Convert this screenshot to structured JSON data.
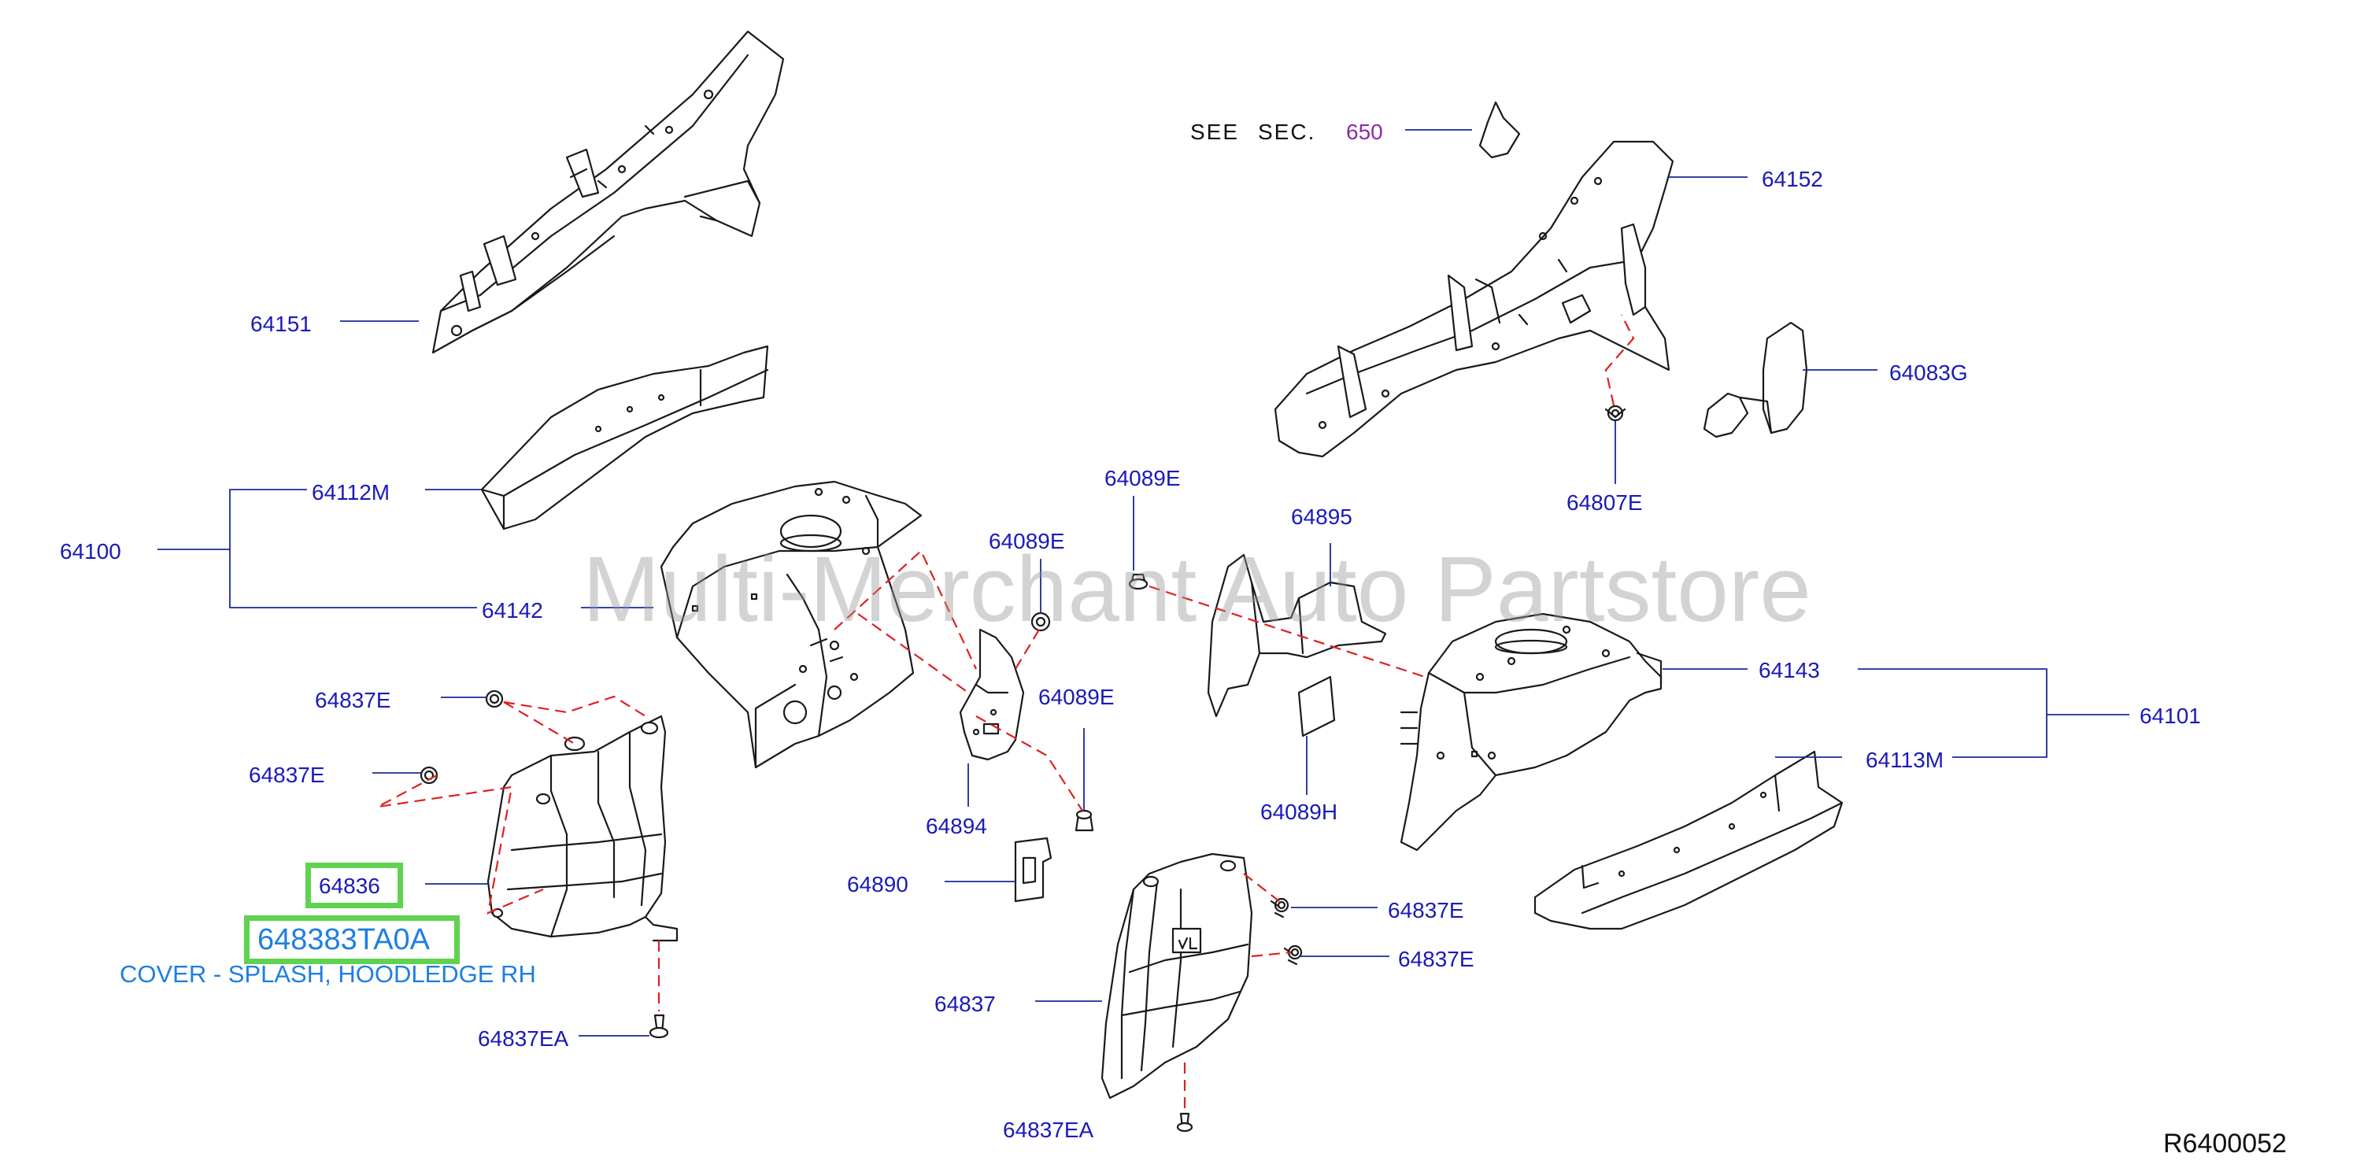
{
  "diagram": {
    "see_sec": {
      "see": "SEE",
      "sec": "SEC.",
      "number": "650"
    },
    "watermark": "Multi-Merchant Auto Partstore",
    "reference_code": "R6400052",
    "highlight": {
      "part_number": "648383TA0A",
      "description": "COVER - SPLASH, HOODLEDGE RH"
    },
    "callouts": {
      "p64151": "64151",
      "p64112M": "64112M",
      "p64100": "64100",
      "p64142": "64142",
      "p64837E_a": "64837E",
      "p64837E_b": "64837E",
      "p64836": "64836",
      "p64837EA_a": "64837EA",
      "p64089E_a": "64089E",
      "p64089E_b": "64089E",
      "p64089E_c": "64089E",
      "p64894": "64894",
      "p64890": "64890",
      "p64837": "64837",
      "p64837EA_b": "64837EA",
      "p64895": "64895",
      "p64089H": "64089H",
      "p64837E_c": "64837E",
      "p64837E_d": "64837E",
      "p64152": "64152",
      "p64083G": "64083G",
      "p64807E": "64807E",
      "p64143": "64143",
      "p64101": "64101",
      "p64113M": "64113M"
    }
  }
}
